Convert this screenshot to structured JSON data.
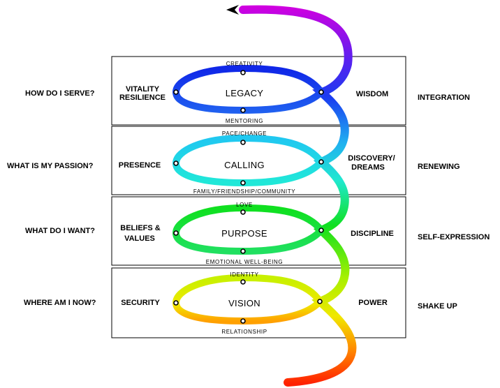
{
  "levels": [
    {
      "question": "HOW DO I SERVE?",
      "left": [
        "VITALITY",
        "RESILIENCE"
      ],
      "center": "LEGACY",
      "top": "CREATIVITY",
      "bottom": "MENTORING",
      "right": [
        "WISDOM"
      ],
      "phase": "INTEGRATION"
    },
    {
      "question": "WHAT IS MY PASSION?",
      "left": [
        "PRESENCE"
      ],
      "center": "CALLING",
      "top": "PACE/CHANGE",
      "bottom": "FAMILY/FRIENDSHIP/COMMUNITY",
      "right": [
        "DISCOVERY/",
        "DREAMS"
      ],
      "phase": "RENEWING"
    },
    {
      "question": "WHAT DO I WANT?",
      "left": [
        "BELIEFS &",
        "VALUES"
      ],
      "center": "PURPOSE",
      "top": "LOVE",
      "bottom": "EMOTIONAL WELL-BEING",
      "right": [
        "DISCIPLINE"
      ],
      "phase": "SELF-EXPRESSION"
    },
    {
      "question": "WHERE AM I NOW?",
      "left": [
        "SECURITY"
      ],
      "center": "VISION",
      "top": "IDENTITY",
      "bottom": "RELATIONSHIP",
      "right": [
        "POWER"
      ],
      "phase": "SHAKE UP"
    }
  ],
  "colors": {
    "spiral_top": "#d000e0",
    "spiral_blue": "#1a3cf0",
    "spiral_cyan": "#20d8f0",
    "spiral_green": "#10e020",
    "spiral_yellow": "#d8f000",
    "spiral_bottom": "#ff2000"
  }
}
